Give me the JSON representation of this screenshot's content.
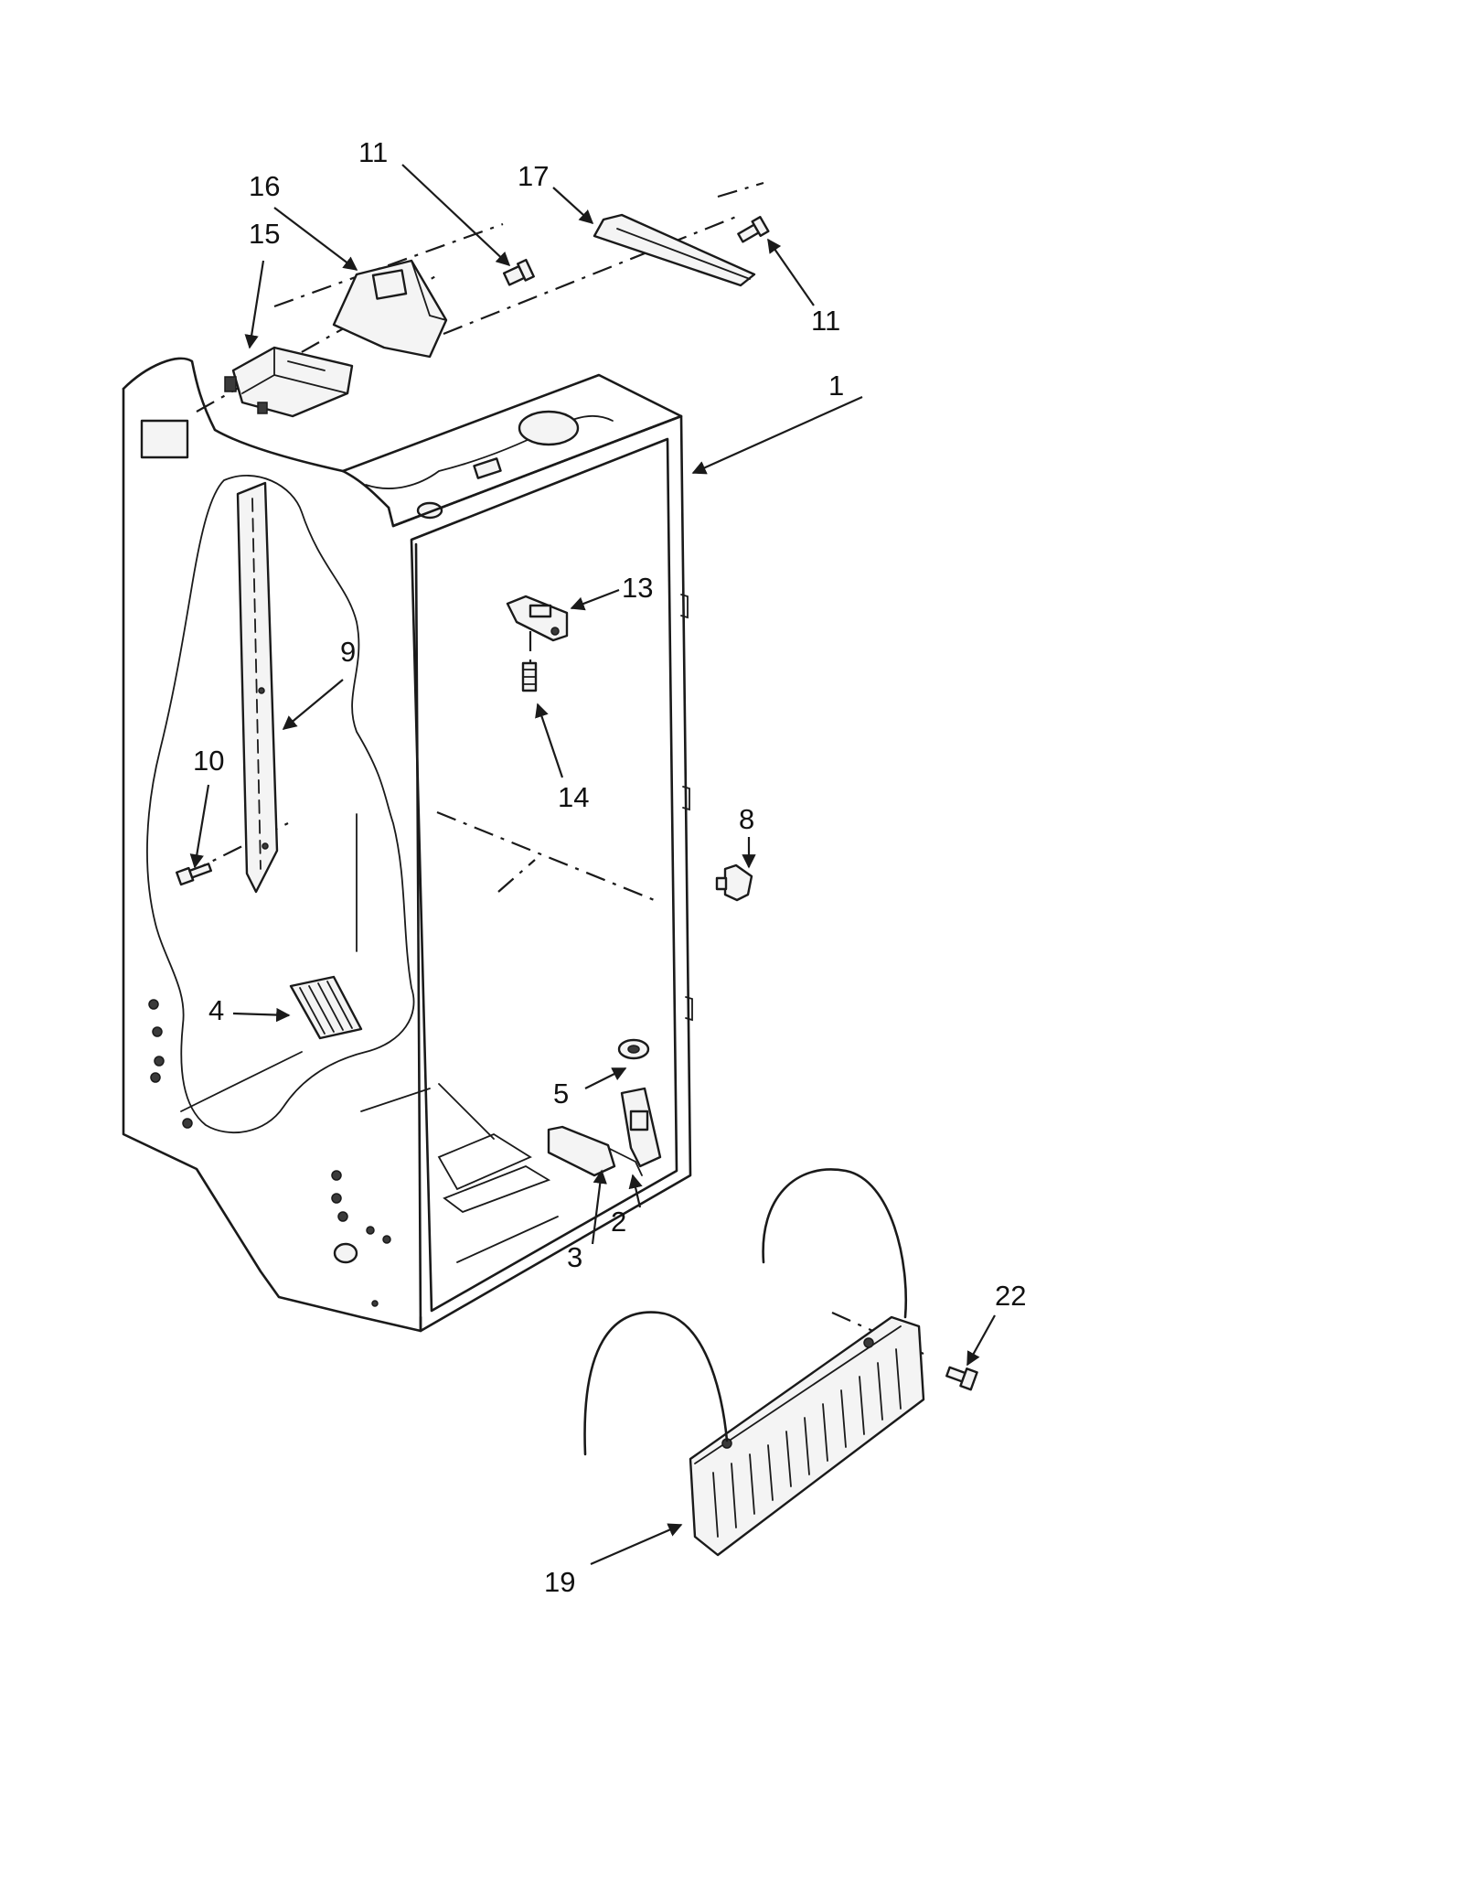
{
  "diagram": {
    "callouts": [
      {
        "id": "c1",
        "label": "1"
      },
      {
        "id": "c2",
        "label": "2"
      },
      {
        "id": "c3",
        "label": "3"
      },
      {
        "id": "c4",
        "label": "4"
      },
      {
        "id": "c5",
        "label": "5"
      },
      {
        "id": "c8",
        "label": "8"
      },
      {
        "id": "c9",
        "label": "9"
      },
      {
        "id": "c10",
        "label": "10"
      },
      {
        "id": "c11a",
        "label": "11"
      },
      {
        "id": "c11b",
        "label": "11"
      },
      {
        "id": "c13",
        "label": "13"
      },
      {
        "id": "c14",
        "label": "14"
      },
      {
        "id": "c15",
        "label": "15"
      },
      {
        "id": "c16",
        "label": "16"
      },
      {
        "id": "c17",
        "label": "17"
      },
      {
        "id": "c19",
        "label": "19"
      },
      {
        "id": "c22",
        "label": "22"
      }
    ]
  },
  "colors": {
    "ink": "#1a1a1a",
    "paper": "#ffffff"
  }
}
